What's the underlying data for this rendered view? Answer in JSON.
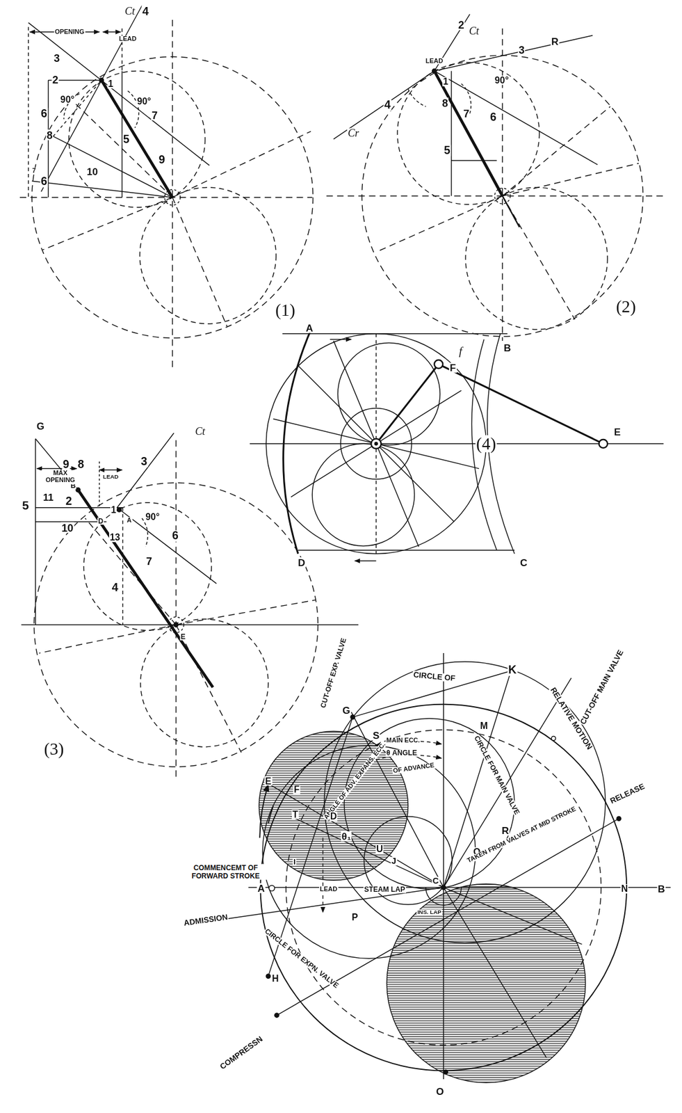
{
  "diagram": {
    "labels": [
      "OPENING",
      "Ct",
      "4",
      "LEAD",
      "3",
      "2",
      "1",
      "90°",
      "90°",
      "6",
      "7",
      "5",
      "9",
      "8",
      "10",
      "7",
      "6",
      "(1)",
      "2",
      "Ct",
      "3",
      "R",
      "LEAD",
      "1",
      "90°",
      "8",
      "7",
      "6",
      "4",
      "Cr",
      "5",
      "(2)",
      "G",
      "9",
      "8",
      "B",
      "Ct",
      "3",
      "MAX OPENING",
      "LEAD",
      "5",
      "11",
      "2",
      "1",
      "90°",
      "10",
      "D",
      "A",
      "6",
      "13",
      "7",
      "4",
      "E",
      "(3)",
      "A",
      "f",
      "B",
      "F",
      "(4)",
      "E",
      "D",
      "C",
      "CIRCLE OF",
      "K",
      "RELATIVE MOTION",
      "CUT-OFF MAIN VALVE",
      "CUT-OFF EXP. VALVE",
      "G",
      "M",
      "CIRCLE FOR MAIN VALVE",
      "S",
      "MAIN ECC.",
      "θ ANGLE",
      "OF ADVANCE",
      "ANGLE OF ADV. EXPANS. ECC.",
      "E",
      "F",
      "T",
      "D",
      "θ₁",
      "Q",
      "R",
      "U",
      "J",
      "TAKEN FROM VALVES AT MID STROKE",
      "RELEASE",
      "COMMENCEMT OF FORWARD STROKE",
      "I",
      "A",
      "LEAD",
      "STEAM LAP",
      "C",
      "N",
      "B",
      "ADMISSION",
      "INS. LAP",
      "P",
      "H",
      "CIRCLE FOR EXPN. VALVE",
      "COMPRESSN",
      "O"
    ]
  }
}
